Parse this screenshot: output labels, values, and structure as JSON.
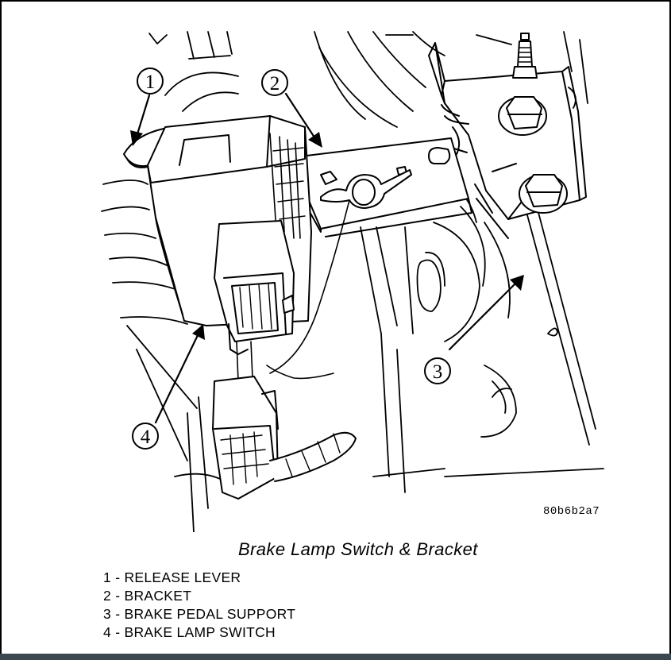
{
  "figure": {
    "callouts": [
      {
        "number": "1"
      },
      {
        "number": "2"
      },
      {
        "number": "3"
      },
      {
        "number": "4"
      }
    ],
    "reference_code": "80b6b2a7",
    "caption": "Brake Lamp Switch & Bracket",
    "legend": [
      "1 - RELEASE LEVER",
      "2 - BRACKET",
      "3 - BRAKE PEDAL SUPPORT",
      "4 - BRAKE LAMP SWITCH"
    ]
  }
}
